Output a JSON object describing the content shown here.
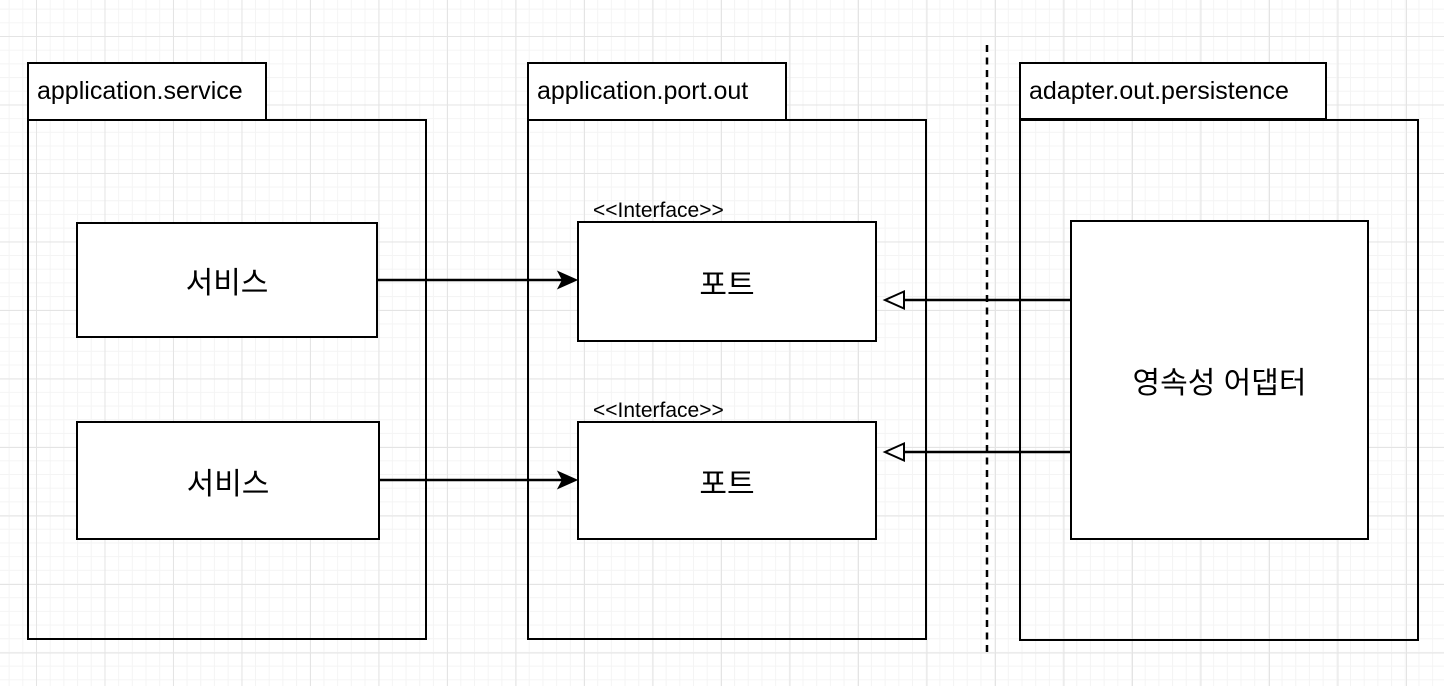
{
  "diagram": {
    "type": "uml-package-diagram",
    "packages": [
      {
        "id": "application-service",
        "label": "application.service"
      },
      {
        "id": "application-port-out",
        "label": "application.port.out"
      },
      {
        "id": "adapter-out-persistence",
        "label": "adapter.out.persistence"
      }
    ],
    "nodes": {
      "service1": {
        "label": "서비스",
        "package": "application.service"
      },
      "service2": {
        "label": "서비스",
        "package": "application.service"
      },
      "port1": {
        "stereotype": "<<Interface>>",
        "label": "포트",
        "package": "application.port.out"
      },
      "port2": {
        "stereotype": "<<Interface>>",
        "label": "포트",
        "package": "application.port.out"
      },
      "adapter": {
        "label": "영속성 어댑터",
        "package": "adapter.out.persistence"
      }
    },
    "edges": [
      {
        "from": "service1",
        "to": "port1",
        "line": "solid",
        "arrowhead": "filled-triangle"
      },
      {
        "from": "service2",
        "to": "port2",
        "line": "solid",
        "arrowhead": "filled-triangle"
      },
      {
        "from": "adapter",
        "to": "port1",
        "line": "solid",
        "arrowhead": "open-triangle"
      },
      {
        "from": "adapter",
        "to": "port2",
        "line": "solid",
        "arrowhead": "open-triangle"
      }
    ],
    "boundary": {
      "type": "dashed-vertical-line",
      "between": [
        "application.port.out",
        "adapter.out.persistence"
      ]
    },
    "colors": {
      "stroke": "#000000",
      "shape_fill": "#ffffff",
      "background": "#ffffff",
      "grid_minor": "#f4f4f4",
      "grid_major": "#e4e4e4"
    }
  }
}
